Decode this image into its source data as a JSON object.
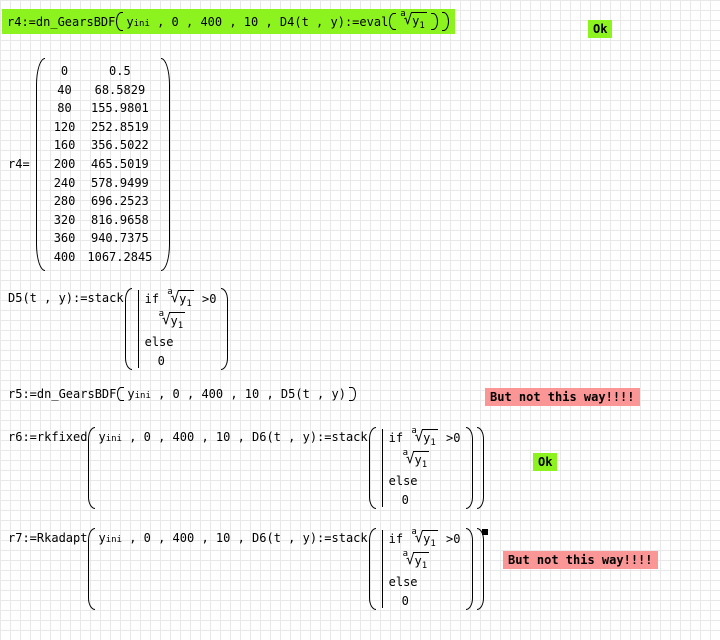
{
  "colors": {
    "highlight_green": "#8cf31e",
    "highlight_red": "#fa9695",
    "grid_line": "#e8e8e8",
    "text": "#000000"
  },
  "sym": {
    "y": "y",
    "sub_ini": "ini",
    "sub_1": "1",
    "root_index": "a",
    "radical": "√"
  },
  "prog": {
    "if_kw": "if ",
    "gt_zero": " >0",
    "else_kw": "else",
    "zero": "0"
  },
  "r4": {
    "head": "r4:=dn_GearsBDF",
    "args_mid": " , 0 , 400 , 10 , D4(t , y):=eval"
  },
  "badges": {
    "ok1": "Ok",
    "ok2": "Ok",
    "fail1": "But not this way!!!!",
    "fail2": "But not this way!!!!"
  },
  "matrix": {
    "label": "r4=",
    "rows": [
      [
        "0",
        "0.5"
      ],
      [
        "40",
        "68.5829"
      ],
      [
        "80",
        "155.9801"
      ],
      [
        "120",
        "252.8519"
      ],
      [
        "160",
        "356.5022"
      ],
      [
        "200",
        "465.5019"
      ],
      [
        "240",
        "578.9499"
      ],
      [
        "280",
        "696.2523"
      ],
      [
        "320",
        "816.9658"
      ],
      [
        "360",
        "940.7375"
      ],
      [
        "400",
        "1067.2845"
      ]
    ]
  },
  "d5": {
    "head": "D5(t , y):=stack"
  },
  "r5": {
    "head": "r5:=dn_GearsBDF",
    "args_mid": " , 0 , 400 , 10 , D5(t , y)"
  },
  "r6": {
    "head": "r6:=rkfixed",
    "args_mid": " , 0 , 400 , 10 , D6(t , y):=stack"
  },
  "r7": {
    "head": "r7:=Rkadapt",
    "args_mid": " , 0 , 400 , 10 , D6(t , y):=stack"
  }
}
